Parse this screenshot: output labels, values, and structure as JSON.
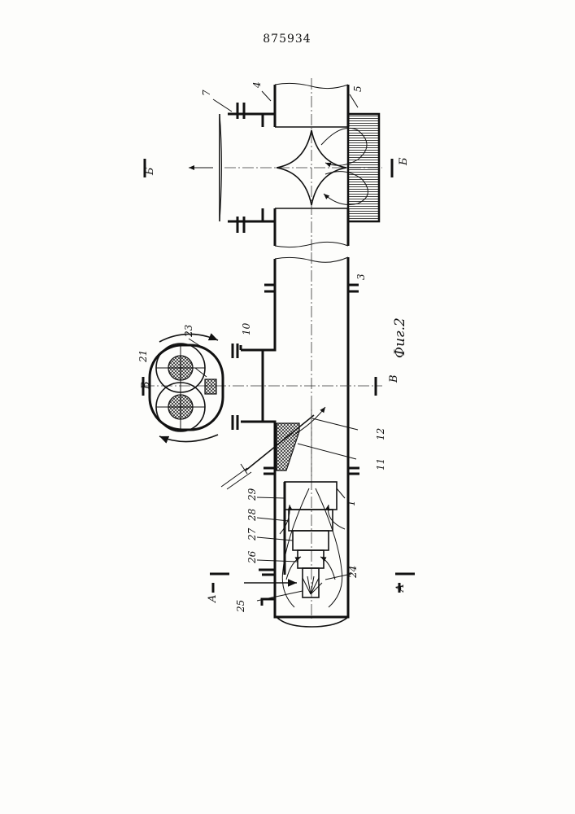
{
  "patent_number": "875934",
  "figure_caption": "Фиг.2",
  "section_labels": {
    "a_left": "A",
    "a_right": "A",
    "b_left": "Б",
    "b_right": "Б",
    "v_left": "В",
    "v_right": "В"
  },
  "part_labels": {
    "p1": "1",
    "p3": "3",
    "p4": "4",
    "p5": "5",
    "p7": "7",
    "p10": "10",
    "p11": "11",
    "p12": "12",
    "p21": "21",
    "p23": "23",
    "p24": "24",
    "p25": "25",
    "p26": "26",
    "p27": "27",
    "p28": "28",
    "p29": "29"
  },
  "colors": {
    "ink": "#111111",
    "paper": "#fdfdfb"
  }
}
